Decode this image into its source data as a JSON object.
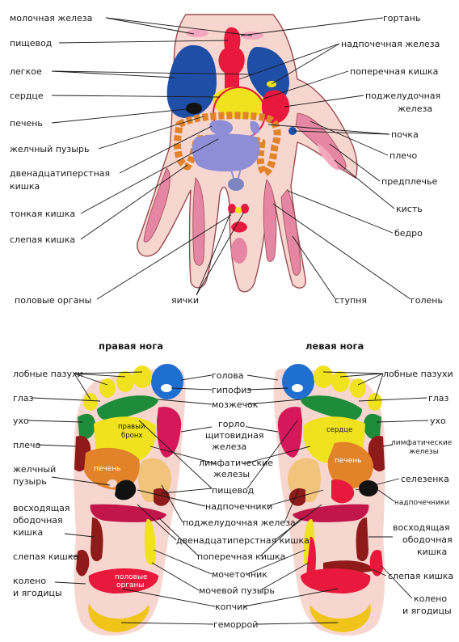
{
  "hand": {
    "left_labels": [
      "молочная железа",
      "пищевод",
      "легкое",
      "сердце",
      "печень",
      "желчный пузырь",
      "двенадцатиперстная",
      "кишка",
      "тонкая кишка",
      "слепая кишка"
    ],
    "right_labels": [
      "гортань",
      "надпочечная железа",
      "поперечная кишка",
      "поджелудочная",
      "железа",
      "почка",
      "плечо",
      "предплечье",
      "кисть",
      "бедро"
    ],
    "bottom_labels": [
      "половые органы",
      "яички",
      "ступня",
      "голень"
    ]
  },
  "feet": {
    "right_foot_title": "правая нога",
    "left_foot_title": "левая нога",
    "right_side_labels": [
      "лобные пазухи",
      "глаз",
      "ухо",
      "плечо",
      "желчный",
      "пузырь",
      "восходящая",
      "ободочная",
      "кишка",
      "слепая кишка",
      "колено",
      "и ягодицы"
    ],
    "center_labels": [
      "голова",
      "гипофиз",
      "мозжечок",
      "горло,",
      "щитовидная",
      "железа",
      "лимфатические",
      "железы",
      "пищевод",
      "надпочечники",
      "поджелудочная железа",
      "двенадцатиперстная кишка",
      "поперечная кишка",
      "мочеточник",
      "мочевой пузырь",
      "копчик",
      "геморрой"
    ],
    "left_side_labels": [
      "лобные пазухи",
      "глаз",
      "ухо",
      "лимфатические",
      "железы",
      "селезенка",
      "надпочечники",
      "восходящая",
      "ободочная",
      "кишка",
      "слепая кишка",
      "колено",
      "и ягодицы"
    ],
    "inside_labels": [
      "правый",
      "бронх",
      "печень",
      "половые",
      "органы",
      "сердце",
      "печень"
    ]
  },
  "colors": {
    "skin": "#f7d6d0",
    "lung": "#1f4ea6",
    "heart": "#f0e21e",
    "esophagus": "#e8193c",
    "liver": "#e2832a",
    "intestine": "#8e8ed6",
    "limb": "#e586a4"
  }
}
